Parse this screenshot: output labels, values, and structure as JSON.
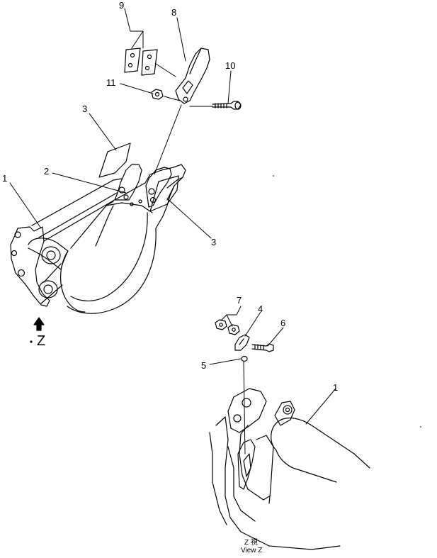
{
  "diagram": {
    "callouts": {
      "c1a": "1",
      "c1b": "1",
      "c2": "2",
      "c3a": "3",
      "c3b": "3",
      "c4": "4",
      "c5": "5",
      "c6": "6",
      "c7": "7",
      "c8": "8",
      "c9": "9",
      "c10": "10",
      "c11": "11"
    },
    "view_marker": "Z",
    "caption": {
      "line1": "Z  視",
      "line2": "View Z"
    }
  }
}
